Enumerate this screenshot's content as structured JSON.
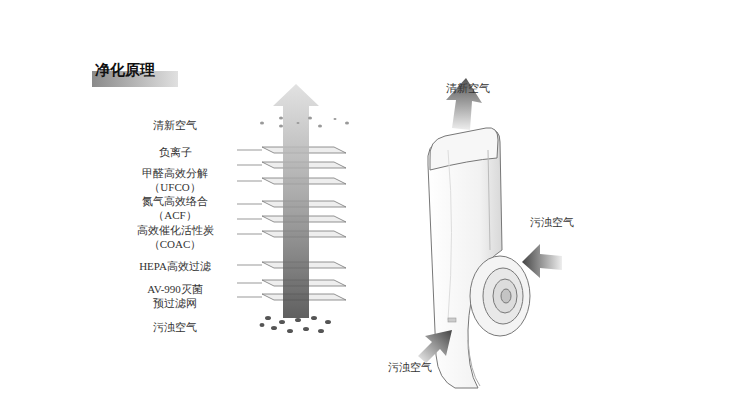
{
  "diagram": {
    "title": "净化原理",
    "labels": [
      "清新空气",
      "负离子",
      "甲醛高效分解 （UFCO）",
      "氮气高效络合 （ACF）",
      "高效催化活性炭 （COAC）",
      "HEPA高效过滤",
      "AV-990灭菌 预过滤网",
      "污浊空气",
      "清新空气",
      "污浊空气",
      "污浊空气"
    ]
  }
}
